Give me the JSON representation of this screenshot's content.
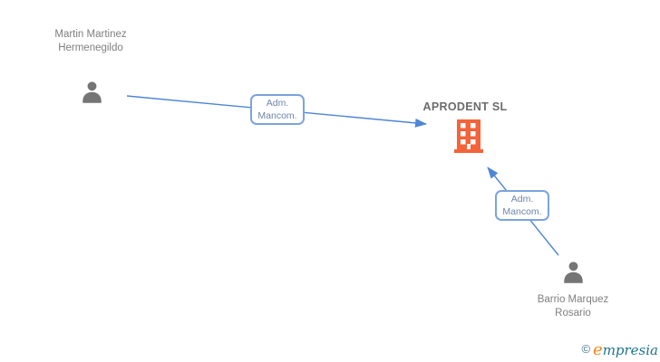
{
  "diagram": {
    "people": [
      {
        "name": "Martin Martinez Hermenegildo"
      },
      {
        "name": "Barrio Marquez Rosario"
      }
    ],
    "company": {
      "name": "APRODENT SL"
    },
    "relations": [
      {
        "label": "Adm. Mancom."
      },
      {
        "label": "Adm. Mancom."
      }
    ]
  },
  "watermark": {
    "copyright": "©",
    "brand_initial": "e",
    "brand_rest": "mpresia"
  },
  "colors": {
    "edge_blue": "#4e86d6",
    "building_orange": "#f4633a",
    "person_gray": "#757575",
    "name_text_gray": "#7f7f7f",
    "company_text_gray": "#6b6b6b",
    "relation_text": "#6d86a8",
    "relation_border": "#7aa4de",
    "brand_teal": "#1f7290",
    "brand_orange": "#f0861e"
  }
}
